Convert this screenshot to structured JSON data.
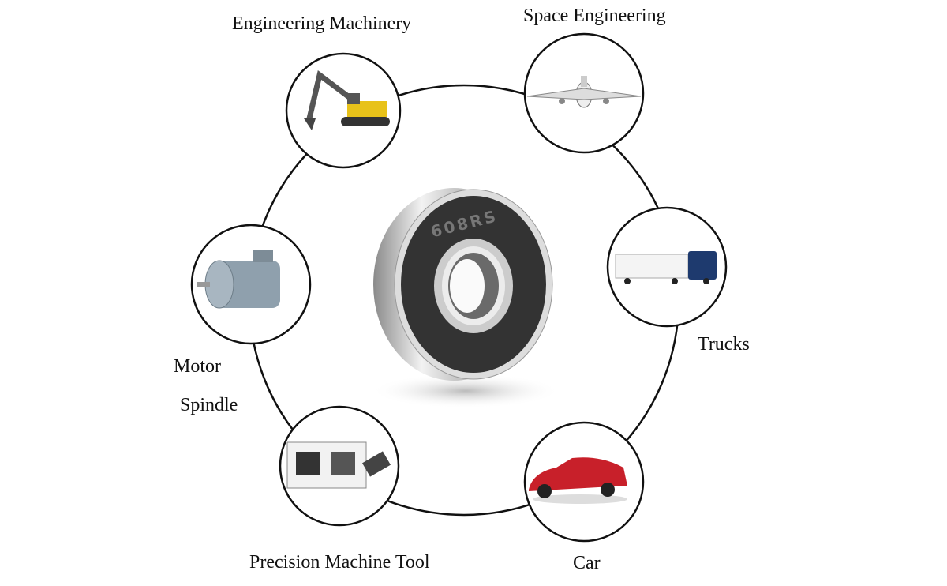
{
  "center": {
    "bearing_marking": "608RS"
  },
  "applications": [
    {
      "label": "Engineering Machinery",
      "icon": "excavator-icon"
    },
    {
      "label": "Space Engineering",
      "icon": "airplane-icon"
    },
    {
      "label": "Trucks",
      "icon": "truck-icon"
    },
    {
      "label": "Motor",
      "icon": "motor-icon"
    },
    {
      "label": "Spindle"
    },
    {
      "label": "Precision Machine Tool",
      "icon": "cnc-machine-icon"
    },
    {
      "label": "Car",
      "icon": "car-icon"
    }
  ],
  "colors": {
    "line": "#111111",
    "excavator": "#e8c21a",
    "car": "#c8202a",
    "truck_cab": "#1e3a6e"
  }
}
